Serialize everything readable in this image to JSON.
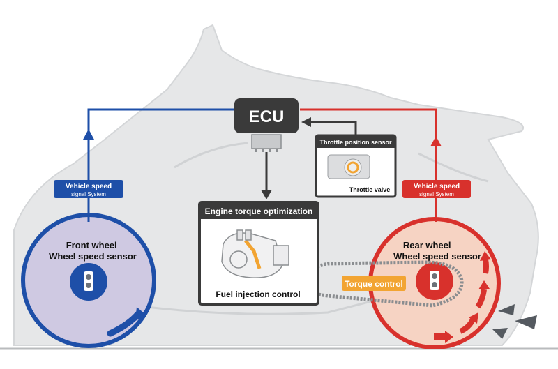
{
  "ecu": {
    "label": "ECU"
  },
  "throttle": {
    "title": "Throttle position sensor",
    "caption": "Throttle valve"
  },
  "front": {
    "tag_line1": "Vehicle speed",
    "tag_line2": "signal System",
    "label_line1": "Front wheel",
    "label_line2": "Wheel speed sensor"
  },
  "rear": {
    "tag_line1": "Vehicle speed",
    "tag_line2": "signal System",
    "label_line1": "Rear wheel",
    "label_line2": "Wheel speed sensor"
  },
  "engine": {
    "title": "Engine torque optimization",
    "caption": "Fuel injection control"
  },
  "torque_control": {
    "label": "Torque control"
  },
  "colors": {
    "front_blue": "#1e4fa8",
    "rear_red": "#d8312c",
    "box_dark": "#3a3a3a",
    "torque_orange": "#f2a432",
    "silhouette": "#e6e7e8"
  }
}
